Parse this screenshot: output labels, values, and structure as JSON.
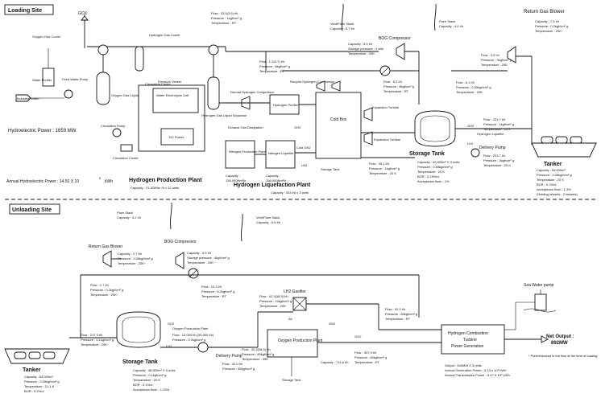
{
  "loading": {
    "site_label": "Loading Site",
    "gox": "GOX",
    "oxygen_cooler": "Oxygen Gas Cooler",
    "hydrogen_cooler": "Hydrogen Gas Cooler",
    "circulation_cooler": "Circulation Cooler",
    "water_purifier": "Water Purifier",
    "feed_water_pump": "Feed Water Pump",
    "industrial_water": "Industrial Water",
    "oxygen_separator": "Oxygen Gas Liquid Separator",
    "pressure_vessel": "Pressure Vessel",
    "electrolysis_unit": "Water Electrolysis Unit",
    "hydrogen_separator": "Hydrogen Gas Liquid Separator",
    "dc_power": "DC Power",
    "circulation_pump": "Circulation Pump",
    "circulation_cooler2": "Circulation Cooler",
    "hydro_power": "Hydroelectric Power :  1659 MW",
    "annual_power": "Annual Hydroelectric Power : 14.50 X 10",
    "annual_power_exp": "9",
    "annual_power_unit": "kWh",
    "production_title": "Hydrogen Production Plant",
    "production_capacity": "Capacity : 21,400Nm  /h x 12 units",
    "stream_top": [
      "Flow : 33,5(3.9) t/h",
      "Pressure : 1kgf/cm² g",
      "Temperature : RT"
    ],
    "stream_mid": [
      "Flow : 1.2(5.7) t/h",
      "Pressure : 8kgf/cm² g",
      "Temperature : RT"
    ],
    "normal_compressor": "Normal Hydrogen Compressor",
    "hydrogen_purifier": "Hydrogen Purifier",
    "recycle_compressor": "Recycle Hydrogen Compressor",
    "cold_box": "Cold Box",
    "expansion_turbine": "Expansion Turbine",
    "expansion_turbine2": "Expansion Turbine",
    "exhaust_gas": "Exhaust Gas Dissipation",
    "n2_production": "Nitrogen Production Plant",
    "n2_liquefier": "Nitrogen Liquefier",
    "n2_prod_capacity": [
      "Capacity :",
      "136,000Nm³/h"
    ],
    "n2_liq_capacity": [
      "Capacity :",
      "156,000Nm³/h"
    ],
    "gn2": "GN2",
    "ln2": "LN2",
    "storage_tank_small": "Storage Tank",
    "cold_gn2": "Cold GN2",
    "liquefaction_title": "Hydrogen Liquefaction Plant",
    "liquefaction_capacity": "Capacity : 333 t/d x 3 units",
    "ventflare": [
      "Vent/Flare Stack",
      "Capacity : 5.7 t/h"
    ],
    "flare_stack": [
      "Flare Stack",
      "Capacity : 4.4 t/h"
    ],
    "bog_compressor": "BOG Compressor",
    "bog_details": [
      "Capacity : 3.9 t/h",
      "Storage pressure : 4 atm",
      "Temperature : 20K"
    ],
    "stream_bog": [
      "Flow : 5.2 t/h",
      "Pressure : 8kgf/cm² g",
      "Temperature : RT"
    ],
    "return_blower": "Return Gas Blower",
    "return_details": [
      "Capacity : 7.5 t/h",
      "Pressure : 0.2kgf/cm² g",
      "Temperature : 20K~"
    ],
    "stream_return": [
      "Flow : 6.1 t/h",
      "Pressure : 0.05kgf/cm² g",
      "Temperature : 20K"
    ],
    "stream_return2": [
      "Flow : 3.9 t/h",
      "Pressure : 3kgf/cm² g",
      "Temperature : 20K"
    ],
    "gh2": "GH2",
    "lh2": "LH2",
    "h2_liquefier": "Hydrogen Liquefier",
    "tank_title": "Storage Tank",
    "tank_details": [
      "Capacity : 42,000m³ X 3 units",
      "Pressure : 0.65kgf/cm² g",
      "Temperature : 20 K",
      "BOR : 0.15%/d",
      "Acceptance flush : 1%"
    ],
    "liq_flow": [
      "Flow : 35.1 t/h",
      "Pressure : 1kgf/cm² g",
      "Temperature : 20 K"
    ],
    "delivery_pump": "Delivery Pump",
    "delivery_flow": [
      "Flow : 223.7 t/h",
      "Pressure : 3kgf/cm² g",
      "Temperature : 20 K"
    ],
    "tanker_flow": [
      "Flow : 223.7 t/h",
      "Pressure : 1kgf/cm² g",
      "Temperature : 20 K"
    ],
    "tanker_title": "Tanker",
    "tanker_details": [
      "Capacity : 64,000m³",
      "Pressure : 0.05kgf/cm² g",
      "Temperature : 20 K",
      "BOR : 0.2%/d",
      "Acceptance flush : 1.3%",
      "(Holding vessels : 2 vessels)"
    ]
  },
  "unloading": {
    "site_label": "Unloading Site",
    "flare_stack": [
      "Flare Stack",
      "Capacity : 4.2 t/h"
    ],
    "ventflare": [
      "Vent/Flare Stack",
      "Capacity : 5.6 t/h"
    ],
    "return_blower": "Return Gas Blower",
    "return_details": [
      "Capacity : 2.7 t/h",
      "Pressure : 0.05kgf/cm² g",
      "Temperature : 20K~"
    ],
    "stream_return": [
      "Flow : 2.7 t/h",
      "Pressure : 0.2kgf/cm² g",
      "Temperature : 20K~"
    ],
    "bog_compressor": "BOG Compressor",
    "bog_details": [
      "Capacity : 3.9 t/h",
      "Storage pressure : 4kgf/cm² g",
      "Temperature : 20K~"
    ],
    "stream_bog": [
      "Flow : 10.3 t/h",
      "Pressure : 8.2kgf/cm² g",
      "Temperature : RT"
    ],
    "tanker_flow": [
      "Flow : 217.3 t/h",
      "Pressure : 0.1kgf/cm² g",
      "Temperature : 20K~"
    ],
    "gh2": "GH2",
    "lh2": "LH2",
    "oxygen_plant_label": "Oxygen Production Plant",
    "storage_flow": [
      "Flow : 10,000 t/h (35,000 t/h)",
      "Pressure : 0.2kgf/cm² g"
    ],
    "tank_title": "Storage Tank",
    "tank_details": [
      "Capacity : 46,500m³ X 5 units",
      "Pressure : 0.1kgf/cm² g",
      "Temperature : 20 K",
      "BOR : 0.1%/d",
      "Acceptance flush : 1.25%"
    ],
    "tanker_title": "Tanker",
    "tanker_details": [
      "Capacity : 64,000m³",
      "Pressure : 0.05kgf/cm² g",
      "Temperature : 21.1 K",
      "BOR : 0.2%/d"
    ],
    "delivery_pump": "Delivery Pump",
    "delivery_flow": [
      "Flow : 42.0 t/h",
      "Pressure : 80kgf/cm² g"
    ],
    "lh2_gasifier": "LH2 Gasifier",
    "gasifier_flow": [
      "Flow : 42.3(38.5) t/h",
      "Pressure : 10kgf/cm² g",
      "Temperature : 20K"
    ],
    "oxygen_plant": "Oxygen Production Plant",
    "oxy_flow": [
      "Flow : 42.3(38.5) t/h",
      "Pressure : 80kgf/cm² g",
      "Temperature : 30K"
    ],
    "air": "Air",
    "go2": "GO2",
    "gn2": "GN2",
    "capacity_go2": "Capacity : 714.6 t/h",
    "stream_h2": [
      "Flow : 42.0 t/h",
      "Pressure : 80kgf/cm² g",
      "Temperature : RT"
    ],
    "stream_go2": [
      "Flow : 337.9 t/h",
      "Pressure : 80kgf/cm² g",
      "Temperature : RT"
    ],
    "storage_tank_small": "Storage Tank",
    "turbine_box": [
      "Hydrogen Combustion",
      "Turbine",
      "Power Generation"
    ],
    "output": [
      "Output : 500MW X 3 units",
      "Annual Generation Power : 6.13 x 10⁹ kWh",
      "Annual Transmission Power : 5.47 X 10⁹ kWh"
    ],
    "sea_water_pump": "Sea Water pump",
    "net_output": [
      "Net Output :",
      "892MW"
    ],
    "footnote": "* Parenthesized is the flow at the time of loading."
  }
}
